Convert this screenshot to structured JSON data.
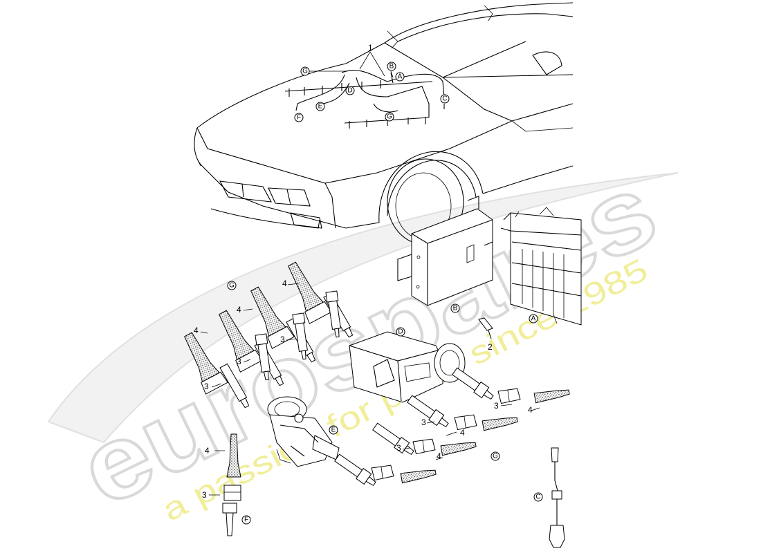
{
  "watermark": {
    "brand": "eurospares",
    "tagline": "a passion for parts since 1985"
  },
  "callouts": {
    "n1": "1",
    "n2": "2",
    "n3": "3",
    "n4": "4",
    "A": "A",
    "B": "B",
    "C": "C",
    "D": "D",
    "E": "E",
    "F": "F",
    "G": "G"
  }
}
